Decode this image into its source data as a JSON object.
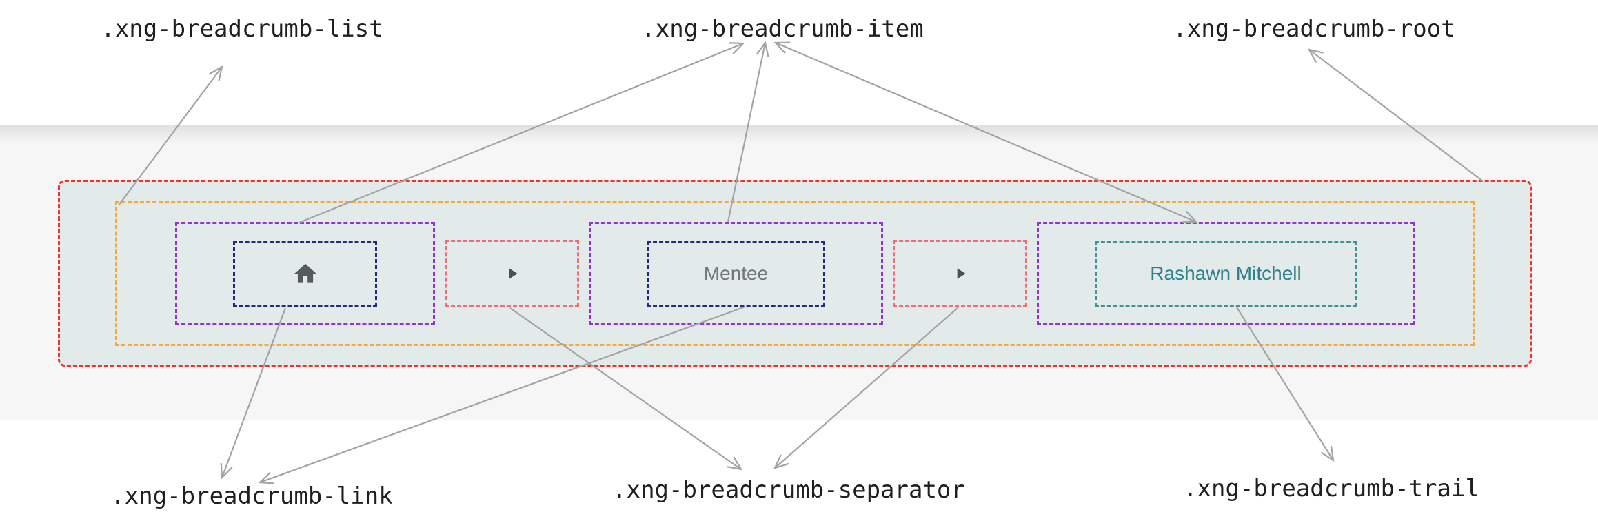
{
  "annotations": {
    "list": ".xng-breadcrumb-list",
    "item": ".xng-breadcrumb-item",
    "root": ".xng-breadcrumb-root",
    "link": ".xng-breadcrumb-link",
    "separator": ".xng-breadcrumb-separator",
    "trail": ".xng-breadcrumb-trail"
  },
  "breadcrumb": {
    "separator_icon": "arrow-right-icon",
    "items": [
      {
        "type": "link",
        "icon": "home-icon",
        "label": ""
      },
      {
        "type": "link",
        "label": "Mentee"
      },
      {
        "type": "current",
        "label": "Rashawn Mitchell"
      }
    ]
  },
  "colors": {
    "root_border": "#ef332a",
    "list_border": "#f6a83e",
    "item_border": "#9333d6",
    "link_border": "#1e2b80",
    "separator_border": "#f5697c",
    "trail_border": "#3f949c",
    "trail_text": "#2f808a",
    "link_text": "#717677",
    "icon_color": "#565a5a",
    "separator_icon_color": "#4b5052",
    "breadcrumb_bg": "#e3ebea",
    "band_bg": "#f6f6f6",
    "arrow_color": "#a3a3a3",
    "annotation_text": "#1f1f1f"
  }
}
